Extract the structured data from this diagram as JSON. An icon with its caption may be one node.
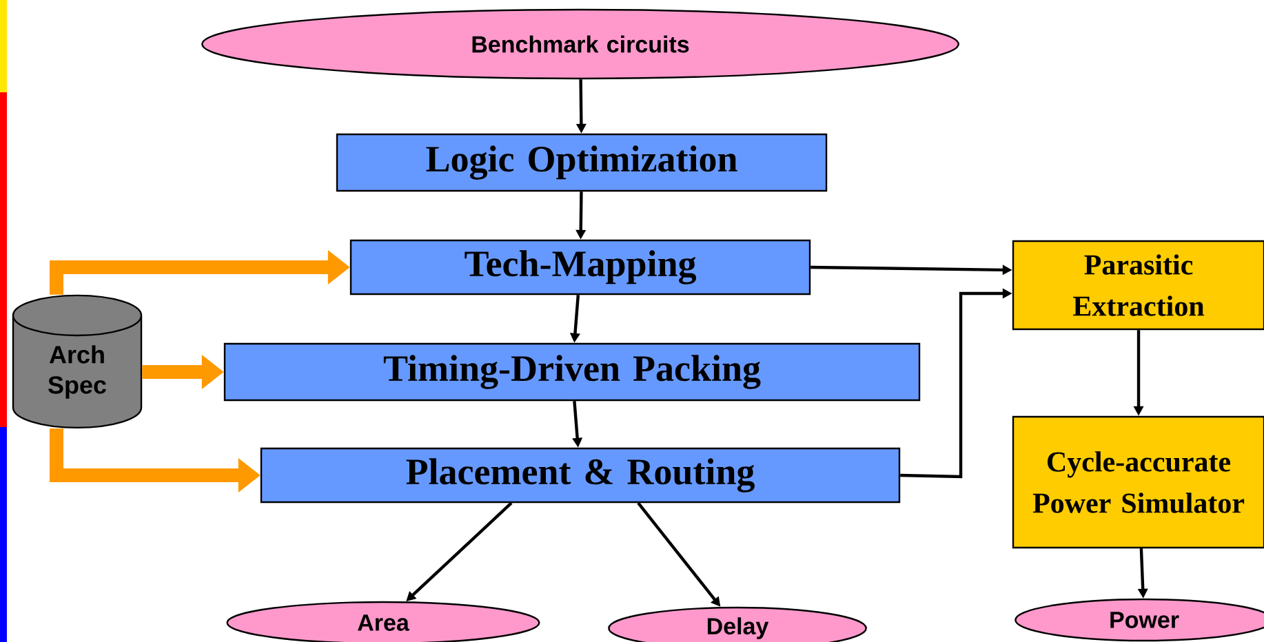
{
  "diagram": {
    "nodes": [
      {
        "text": [
          "Benchmark circuits"
        ]
      },
      {
        "text": [
          "Logic Optimization"
        ]
      },
      {
        "text": [
          "Tech-Mapping"
        ]
      },
      {
        "text": [
          "Timing-Driven Packing"
        ]
      },
      {
        "text": [
          "Placement & Routing"
        ]
      },
      {
        "text": [
          "Arch Spec"
        ]
      },
      {
        "text": [
          "Parasitic Extraction"
        ]
      },
      {
        "text": [
          "Cycle-accurate Power Simulator"
        ]
      },
      {
        "text": [
          "Area"
        ]
      },
      {
        "text": [
          "Delay"
        ]
      },
      {
        "text": [
          "Power"
        ]
      }
    ],
    "edges": [
      {
        "from": 0,
        "to": 1,
        "arrow": "to"
      },
      {
        "from": 1,
        "to": 2,
        "arrow": "to"
      },
      {
        "from": 2,
        "to": 3,
        "arrow": "to"
      },
      {
        "from": 3,
        "to": 4,
        "arrow": "to"
      },
      {
        "from": 5,
        "to": 2,
        "arrow": "to",
        "style": "thick",
        "color": "#ff9900"
      },
      {
        "from": 5,
        "to": 3,
        "arrow": "to",
        "style": "thick",
        "color": "#ff9900"
      },
      {
        "from": 5,
        "to": 4,
        "arrow": "to",
        "style": "thick",
        "color": "#ff9900"
      },
      {
        "from": 2,
        "to": 6,
        "arrow": "to"
      },
      {
        "from": 4,
        "to": 6,
        "arrow": "to"
      },
      {
        "from": 6,
        "to": 7,
        "arrow": "to"
      },
      {
        "from": 4,
        "to": 8,
        "arrow": "to"
      },
      {
        "from": 4,
        "to": 9,
        "arrow": "to"
      },
      {
        "from": 7,
        "to": 10,
        "arrow": "to"
      }
    ]
  }
}
